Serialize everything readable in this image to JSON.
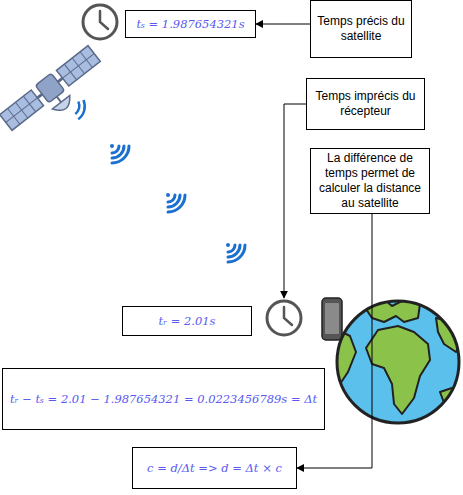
{
  "diagram": {
    "nodes": [
      {
        "text": [
          "tₛ = 1.987654321s"
        ]
      },
      {
        "text": [
          "Temps précis du satellite"
        ]
      },
      {
        "text": [
          "Temps imprécis du récepteur"
        ]
      },
      {
        "text": [
          "La différence de temps permet de calculer la distance au satellite"
        ]
      },
      {
        "text": [
          "tᵣ = 2.01s"
        ]
      },
      {
        "text": [
          "tᵣ − tₛ = 2.01 − 1.987654321 = 0.0223456789s = Δt"
        ]
      },
      {
        "text": [
          "c = d/Δt => d = Δt × c"
        ]
      }
    ],
    "edges": [
      {
        "from": 1,
        "to": 0,
        "arrow": "to"
      },
      {
        "from": 3,
        "to": 6,
        "arrow": "to"
      }
    ]
  }
}
